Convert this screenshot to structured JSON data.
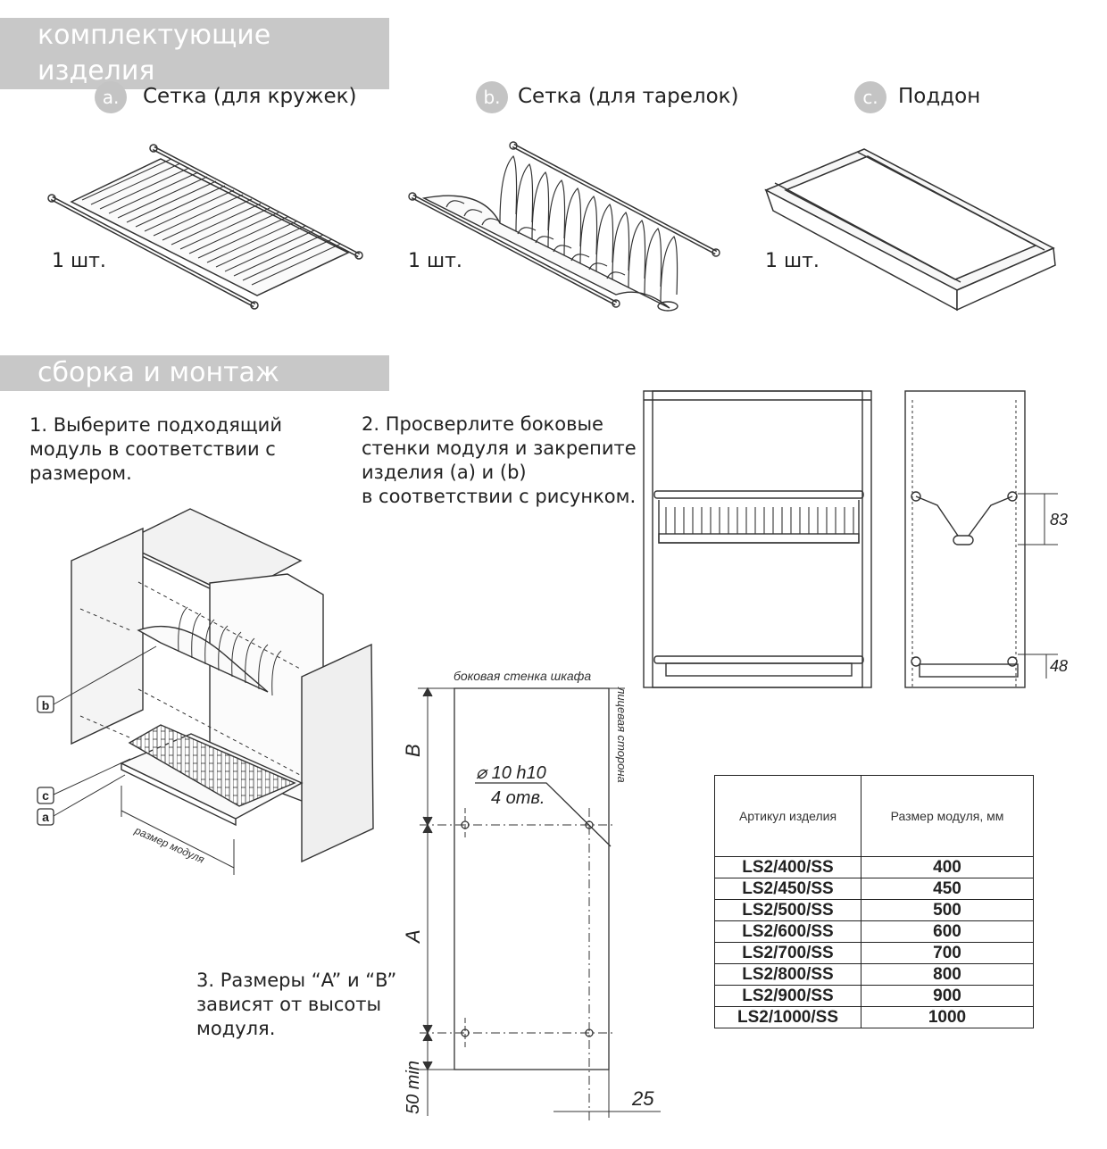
{
  "sections": {
    "components_title": "комплектующие изделия",
    "assembly_title": "сборка и монтаж"
  },
  "components": [
    {
      "letter": "a.",
      "label": "Сетка (для кружек)",
      "qty": "1 шт."
    },
    {
      "letter": "b.",
      "label": "Сетка (для тарелок)",
      "qty": "1 шт."
    },
    {
      "letter": "c.",
      "label": "Поддон",
      "qty": "1 шт."
    }
  ],
  "steps": {
    "step1": [
      "1. Выберите подходящий",
      "модуль в соответствии с",
      "размером."
    ],
    "step2": [
      "2. Просверлите боковые",
      "стенки модуля и закрепите",
      "изделия  (a) и (b)",
      "в соответствии с рисунком."
    ],
    "step3": [
      "3. Размеры “A” и “B”",
      "зависят от высоты",
      "модуля."
    ]
  },
  "diagram": {
    "side_wall": "боковая стенка шкафа",
    "front_side": "лицевая сторона",
    "hole_spec": "⌀ 10 h10",
    "hole_count": "4 отв.",
    "dim_b": "B",
    "dim_a": "A",
    "dim_min": "50 min",
    "dim_25": "25",
    "dim_83": "83",
    "dim_48": "48",
    "module_size": "размер модуля",
    "callout_b": "b",
    "callout_c": "c",
    "callout_a": "a"
  },
  "table": {
    "headers": [
      "Артикул изделия",
      "Размер модуля, мм"
    ],
    "rows": [
      [
        "LS2/400/SS",
        "400"
      ],
      [
        "LS2/450/SS",
        "450"
      ],
      [
        "LS2/500/SS",
        "500"
      ],
      [
        "LS2/600/SS",
        "600"
      ],
      [
        "LS2/700/SS",
        "700"
      ],
      [
        "LS2/800/SS",
        "800"
      ],
      [
        "LS2/900/SS",
        "900"
      ],
      [
        "LS2/1000/SS",
        "1000"
      ]
    ]
  }
}
